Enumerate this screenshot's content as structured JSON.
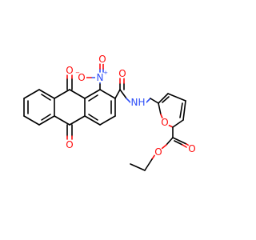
{
  "molecule": {
    "colors": {
      "carbon_bond": "#000000",
      "oxygen": "#ff0d0d",
      "nitrogen": "#2f50f8",
      "background": "#ffffff"
    },
    "labels": {
      "quinone_o_top": "O",
      "quinone_o_bottom": "O",
      "nitro_n": "N",
      "nitro_n_charge": "+",
      "nitro_o_left": "O",
      "nitro_o_left_charge": "−",
      "nitro_o_right": "O",
      "amide_o": "O",
      "amide_n": "N",
      "amide_h": "H",
      "furan_o": "O",
      "ester_o_carbonyl": "O",
      "ester_o_ether": "O"
    }
  }
}
